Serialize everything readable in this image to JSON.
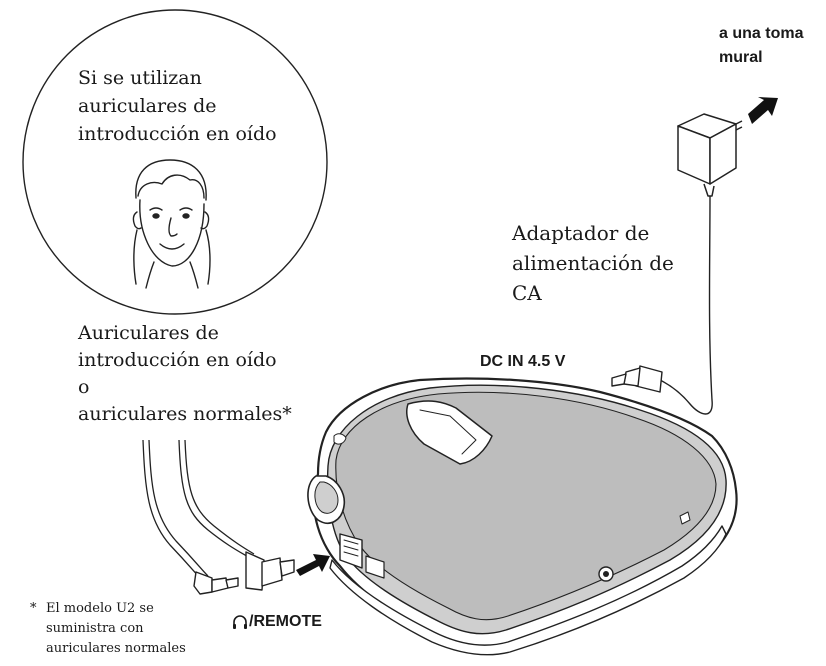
{
  "circle_caption": {
    "line1": "Si se utilizan",
    "line2": "auriculares de",
    "line3": "introducción en oído"
  },
  "adapter_label": {
    "line1": "Adaptador de",
    "line2": "alimentación de",
    "line3": "CA"
  },
  "outlet_label": {
    "line1": "a una toma",
    "line2": "mural"
  },
  "dcin_label": "DC IN 4.5 V",
  "headphones_label": {
    "line1": "Auriculares de",
    "line2": "introducción en oído",
    "line3": "o",
    "line4": "auriculares normales*"
  },
  "remote_label": "/REMOTE",
  "footnote": {
    "mark": "*",
    "line1": "El modelo U2 se",
    "line2": "suministra con",
    "line3": "auriculares normales"
  },
  "icons": [
    "headphone-icon",
    "arrow-icon"
  ],
  "colors": {
    "ink": "#1a1a1a",
    "paper": "#ffffff",
    "arrow": "#111111"
  }
}
